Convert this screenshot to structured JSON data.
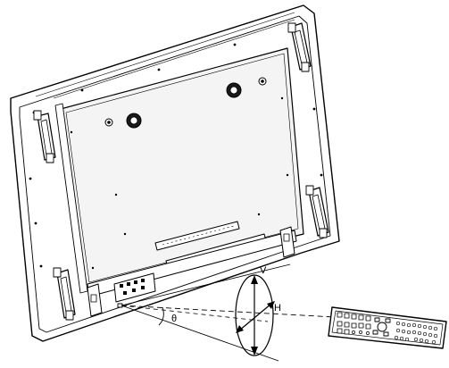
{
  "diagram": {
    "labels": {
      "vertical": "V",
      "horizontal": "H",
      "angle": "θ"
    },
    "colors": {
      "line": "#000000",
      "fill_light": "#ffffff",
      "fill_back": "#f2f2f2",
      "fill_dark": "#1a1a1a"
    }
  }
}
